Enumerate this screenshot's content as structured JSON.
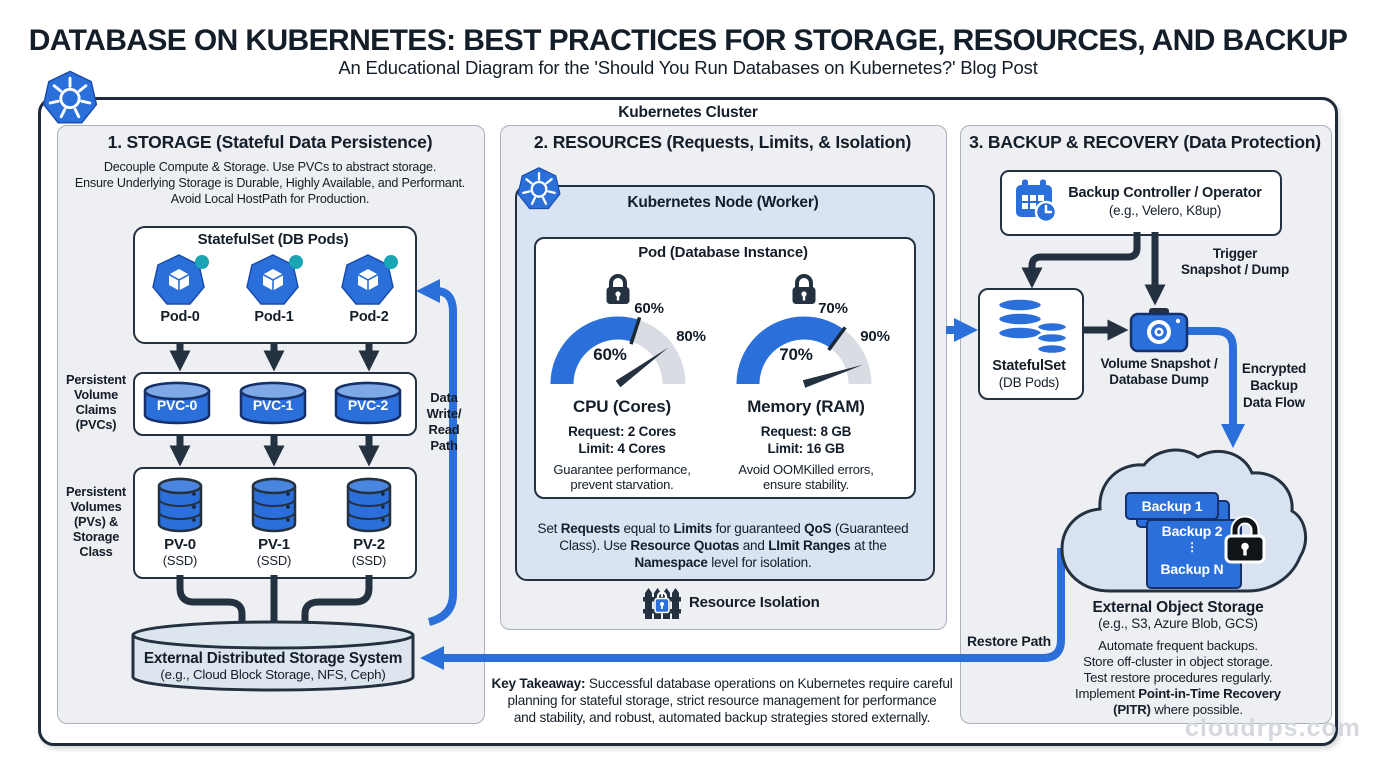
{
  "header": {
    "title": "DATABASE ON KUBERNETES: BEST PRACTICES FOR STORAGE, RESOURCES, AND BACKUP",
    "subtitle": "An Educational Diagram for the 'Should You Run Databases on Kubernetes?' Blog Post"
  },
  "cluster": {
    "label": "Kubernetes Cluster"
  },
  "storage": {
    "title": "1. STORAGE (Stateful Data Persistence)",
    "desc": [
      "Decouple Compute & Storage. Use PVCs to abstract storage.",
      "Ensure Underlying Storage is Durable, Highly Available, and Performant.",
      "Avoid Local HostPath for Production."
    ],
    "statefulset_title": "StatefulSet (DB Pods)",
    "pods": [
      "Pod-0",
      "Pod-1",
      "Pod-2"
    ],
    "pvc_side": [
      "Persistent",
      "Volume",
      "Claims",
      "(PVCs)"
    ],
    "pvcs": [
      "PVC-0",
      "PVC-1",
      "PVC-2"
    ],
    "pv_side": [
      "Persistent",
      "Volumes",
      "(PVs) &",
      "Storage",
      "Class"
    ],
    "pvs": [
      "PV-0",
      "PV-1",
      "PV-2"
    ],
    "pv_type": "(SSD)",
    "datapath": [
      "Data",
      "Write/",
      "Read",
      "Path"
    ],
    "external": {
      "title": "External Distributed Storage System",
      "subtitle": "(e.g., Cloud Block Storage, NFS, Ceph)"
    }
  },
  "resources": {
    "title": "2. RESOURCES (Requests, Limits, & Isolation)",
    "node_title": "Kubernetes Node (Worker)",
    "pod_title": "Pod (Database Instance)",
    "cpu": {
      "tick_pct": 60,
      "needle_pct": 80,
      "tick_label": "60%",
      "needle_label": "80%",
      "center_label": "60%",
      "name": "CPU (Cores)",
      "request": "Request: 2 Cores",
      "limit": "Limit: 4 Cores",
      "notes": [
        "Guarantee performance,",
        "prevent starvation."
      ]
    },
    "memory": {
      "tick_pct": 70,
      "needle_pct": 90,
      "tick_label": "70%",
      "needle_label": "90%",
      "center_label": "70%",
      "name": "Memory (RAM)",
      "request": "Request: 8 GB",
      "limit": "Limit: 16 GB",
      "notes": [
        "Avoid OOMKilled errors,",
        "ensure stability."
      ]
    },
    "qos_lines": [
      [
        {
          "t": "Set ",
          "b": false
        },
        {
          "t": "Requests",
          "b": true
        },
        {
          "t": " equal to ",
          "b": false
        },
        {
          "t": "Limits",
          "b": true
        },
        {
          "t": " for guaranteed ",
          "b": false
        },
        {
          "t": "QoS",
          "b": true
        },
        {
          "t": " (Guaranteed",
          "b": false
        }
      ],
      [
        {
          "t": "Class). Use ",
          "b": false
        },
        {
          "t": "Resource Quotas",
          "b": true
        },
        {
          "t": " and ",
          "b": false
        },
        {
          "t": "LImit Ranges",
          "b": true
        },
        {
          "t": " at the",
          "b": false
        }
      ],
      [
        {
          "t": "Namespace",
          "b": true
        },
        {
          "t": " level for isolation.",
          "b": false
        }
      ]
    ],
    "isolation_label": "Resource Isolation"
  },
  "backup": {
    "title": "3. BACKUP & RECOVERY (Data Protection)",
    "controller": {
      "title": "Backup Controller / Operator",
      "subtitle": "(e.g., Velero, K8up)"
    },
    "trigger": [
      "Trigger",
      "Snapshot / Dump"
    ],
    "statefulset": {
      "title": "StatefulSet",
      "subtitle": "(DB Pods)"
    },
    "snapshot": [
      "Volume Snapshot /",
      "Database Dump"
    ],
    "encrypted": [
      "Encrypted",
      "Backup",
      "Data Flow"
    ],
    "cards": {
      "first": "Backup 1",
      "second": "Backup 2",
      "ellipsis": "⋮",
      "last": "Backup N"
    },
    "object_storage": {
      "title": "External Object Storage",
      "subtitle": "(e.g., S3, Azure Blob, GCS)",
      "notes": [
        "Automate frequent backups.",
        "Store off-cluster in object storage.",
        "Test restore procedures regularly."
      ],
      "notes_rich": [
        [
          {
            "t": "Implement ",
            "b": false
          },
          {
            "t": "Point-in-Time Recovery",
            "b": true
          }
        ],
        [
          {
            "t": "(PITR)",
            "b": true
          },
          {
            "t": " where possible.",
            "b": false
          }
        ]
      ]
    },
    "restore_label": "Restore Path"
  },
  "takeaway": {
    "line1": [
      {
        "t": "Key Takeaway:",
        "b": true
      },
      {
        "t": " Successful database operations on Kubernetes require careful",
        "b": false
      }
    ],
    "line2": "planning for stateful storage, strict resource management for performance",
    "line3": "and stability, and robust, automated backup strategies stored externally."
  },
  "watermark": "cloudrps.com",
  "colors": {
    "blue": "#2b6fdb",
    "navy": "#233140",
    "teal": "#19a5b4",
    "node_bg": "#d9e3f1",
    "panel_bg": "#edeff2"
  }
}
